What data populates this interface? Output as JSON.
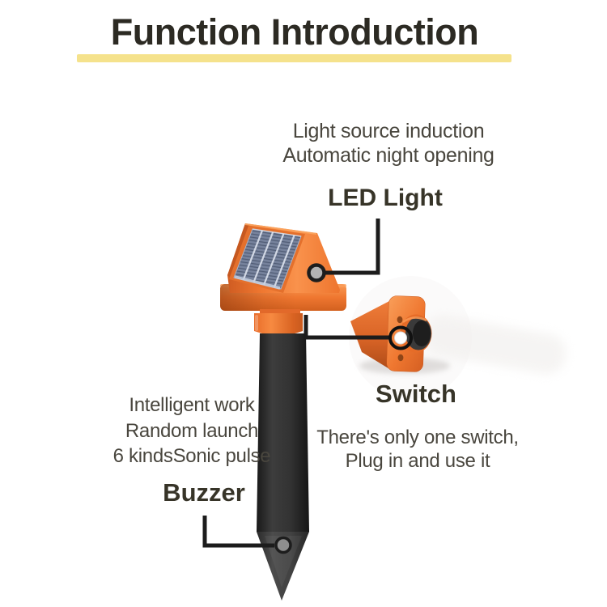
{
  "title": {
    "text": "Function Introduction"
  },
  "annotations": {
    "led": {
      "info_lines": [
        "Light source induction",
        "Automatic night opening"
      ],
      "label": "LED Light"
    },
    "switch": {
      "label": "Switch",
      "info_lines": [
        "There's only one switch,",
        "Plug in and use it"
      ]
    },
    "buzzer": {
      "info_lines": [
        "Intelligent work",
        "Random launch",
        "6 kindsSonic pulse"
      ],
      "label": "Buzzer"
    }
  },
  "colors": {
    "background": "#ffffff",
    "title_text": "#2c2a23",
    "body_text": "#49463e",
    "label_text": "#373428",
    "underline": "#f5e28c",
    "orange": "#ef7730",
    "orange_light": "#f9924c",
    "orange_dark": "#c95a1e",
    "panel_base": "#77839d",
    "panel_line": "#515d76",
    "panel_divider": "#dde3ee",
    "stake_mid": "#3d3d3d",
    "callout_line": "#1c1c1c",
    "callout_dot": "#b3b3b3",
    "switch_button": "#ffffff"
  }
}
